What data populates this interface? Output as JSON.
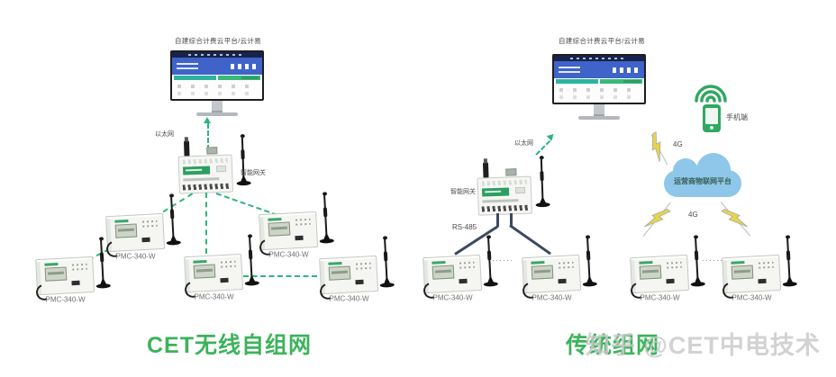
{
  "platform_title": "自建综合计费云平台/云计易",
  "labels": {
    "ethernet": "以太网",
    "gateway": "智能网关",
    "rs485": "RS-485",
    "meter": "PMC-340-W",
    "phone": "手机端",
    "cellular": "4G",
    "cloud": "运营商物联网平台",
    "ellipsis": "······"
  },
  "captions": {
    "left": "CET无线自组网",
    "right": "传统组网"
  },
  "watermark": "知乎 @CET中电技术",
  "colors": {
    "link_green": "#2eb57c",
    "caption_green": "#3cb35c",
    "device_green": "#3aa66a",
    "cloud_blue": "#8ec7ea",
    "bolt_yellow": "#e6d44c",
    "rs485_line": "#3b4a5f",
    "screen_banner_blue": "#3f63c9",
    "screen_teal": "#2fb3a0",
    "screen_navy": "#16244d",
    "watermark_gray": "#c8c8c8"
  }
}
